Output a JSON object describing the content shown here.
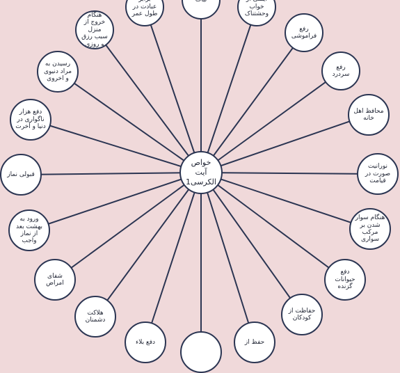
{
  "center": "خواص آیت الکرسی1",
  "colors": {
    "background": "#f0d9da",
    "line": "#2b3552",
    "node_fill": "#ffffff"
  },
  "nodes": [
    "برابر عبادت در طول عمر",
    "ثبات",
    "ایمنی از خواب وحشتناک",
    "رفع فراموشی",
    "رفع سردرد",
    "محافظ اهل خانه",
    "نورانیت صورت در قیامت",
    "هنگام سوار شدن بر مرکب سواری",
    "دفع حیوانات گزنده",
    "حفاظت از کودکان",
    "حفظ از",
    "",
    "دفع بلاء",
    "هلاکت دشمنان",
    "شفای امراض",
    "ورود به بهشت بعد از نماز واجب",
    "قبولی نماز",
    "دفع هزار ناگواری در دنیا و آخرت",
    "رسیدن به مراد دنیوی و اخروی",
    "هنگام خروج از منزل سبب رزق و روزی"
  ]
}
